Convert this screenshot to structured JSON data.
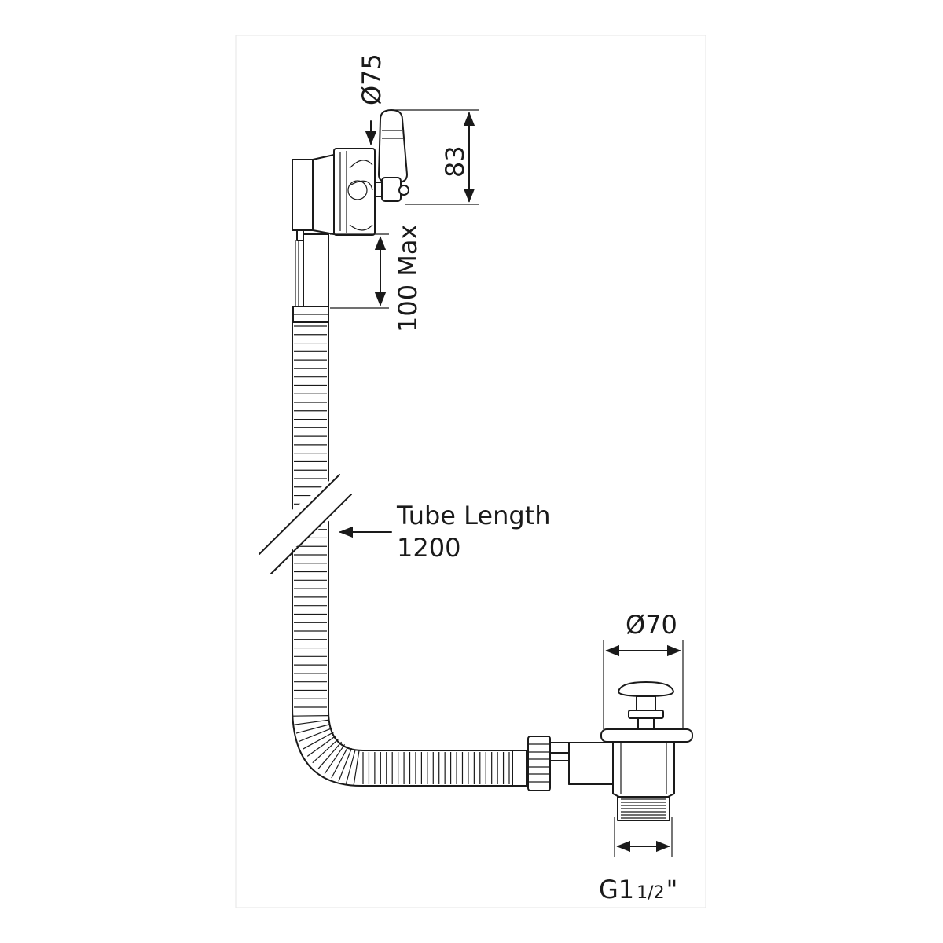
{
  "labels": {
    "handle_diameter": "Ø75",
    "handle_height": "83",
    "max_offset": "100 Max",
    "tube_length_title": "Tube Length",
    "tube_length_value": "1200",
    "waste_diameter": "Ø70",
    "thread_main": "G1",
    "thread_fraction": "1/2",
    "thread_suffix": "\""
  },
  "ribs": {
    "vertical_count": 46,
    "bend_count": 14,
    "horizontal_count": 26
  }
}
